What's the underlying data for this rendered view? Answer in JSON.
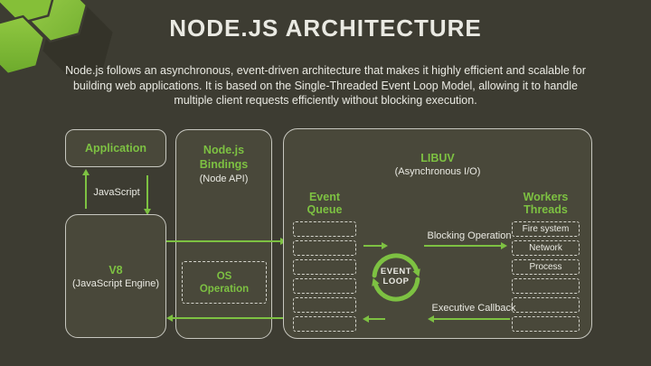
{
  "slide": {
    "title": "NODE.JS ARCHITECTURE",
    "description_lines": [
      "Node.js follows an asynchronous, event-driven architecture that makes it highly efficient and scalable for",
      "building web applications. It is based on the Single-Threaded Event Loop Model, allowing it to handle",
      "multiple client requests efficiently without blocking execution."
    ]
  },
  "colors": {
    "background": "#3d3c32",
    "panel": "#49483a",
    "accent_green": "#7dc142",
    "hexagon_green": "#8cc63f",
    "text_light": "#eaeae3",
    "border_light": "#c7c7bf"
  },
  "diagram": {
    "application": {
      "label": "Application"
    },
    "javascript_link": {
      "label": "JavaScript"
    },
    "v8": {
      "title": "V8",
      "subtitle": "(JavaScript Engine)"
    },
    "bindings": {
      "title_line1": "Node.js",
      "title_line2": "Bindings",
      "subtitle": "(Node API)"
    },
    "os_operation": {
      "line1": "OS",
      "line2": "Operation"
    },
    "libuv": {
      "title": "LIBUV",
      "subtitle": "(Asynchronous I/O)",
      "event_queue": {
        "title_line1": "Event",
        "title_line2": "Queue",
        "slot_count": 6
      },
      "event_loop": {
        "line1": "EVENT",
        "line2": "LOOP"
      },
      "workers": {
        "title_line1": "Workers",
        "title_line2": "Threads",
        "labels": [
          "Fire system",
          "Network",
          "Process"
        ],
        "slot_count": 6
      },
      "blocking_label": "Blocking Operation",
      "callback_label": "Executive Callback"
    }
  }
}
